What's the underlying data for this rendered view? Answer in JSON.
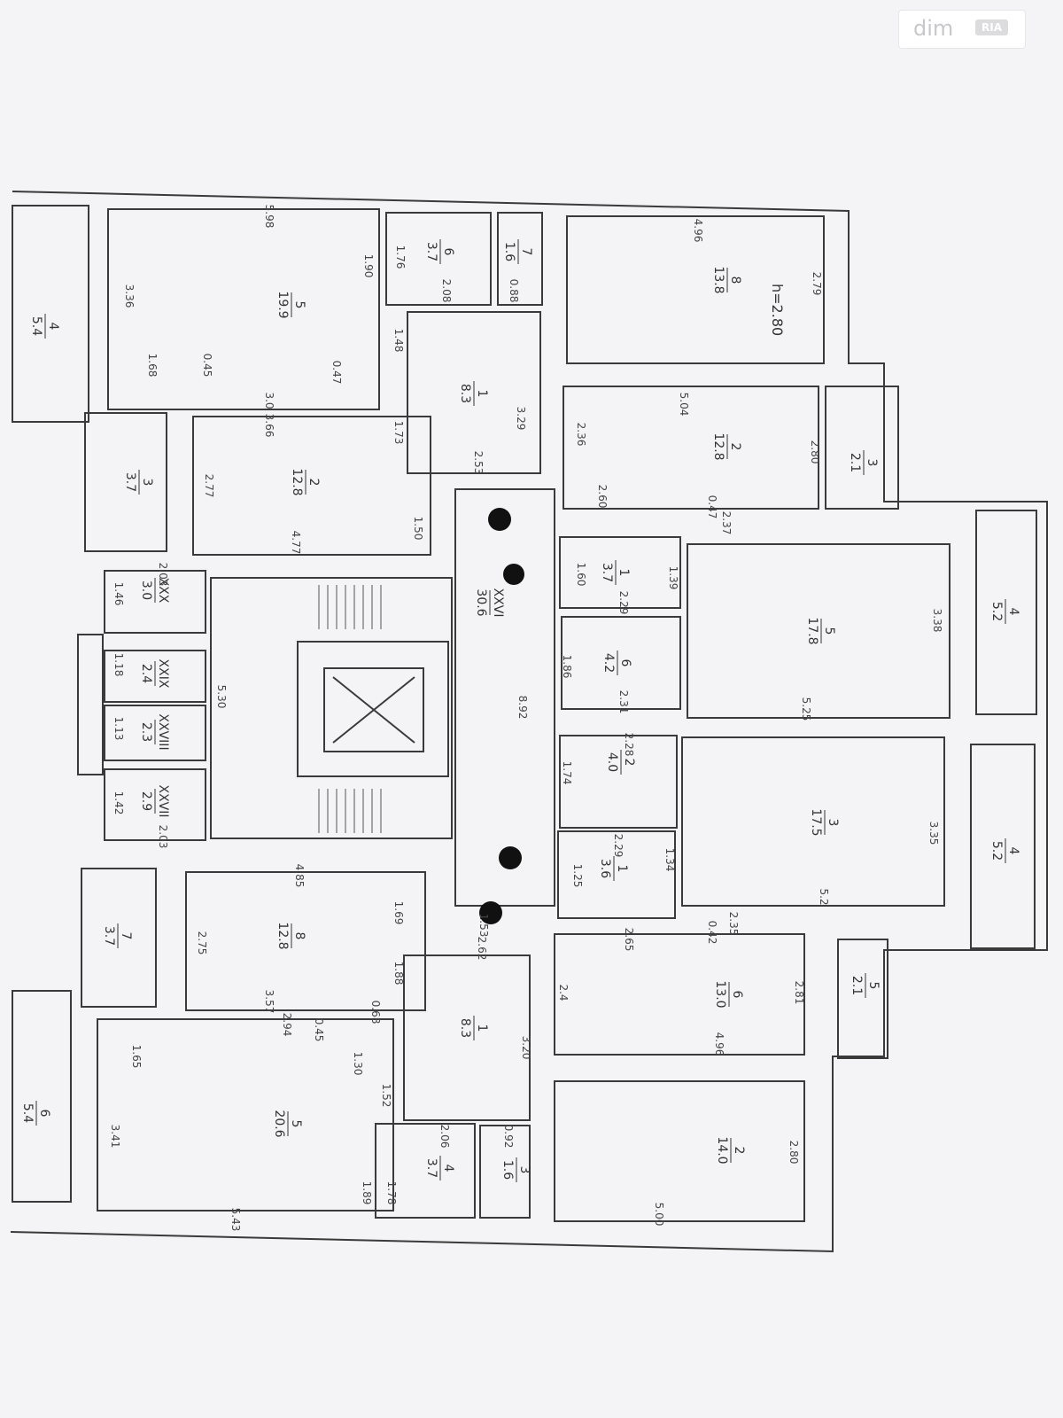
{
  "watermark": {
    "text": "dim",
    "badge": "RIA"
  },
  "height_note": "h=2.80",
  "rooms": [
    {
      "id": "r-top-4-5.4",
      "num": "4",
      "area": "5.4"
    },
    {
      "id": "r-top-5-19.9",
      "num": "5",
      "area": "19.9"
    },
    {
      "id": "r-top-6-3.7",
      "num": "6",
      "area": "3.7"
    },
    {
      "id": "r-top-7-1.6",
      "num": "7",
      "area": "1.6"
    },
    {
      "id": "r-top-8-13.8",
      "num": "8",
      "area": "13.8"
    },
    {
      "id": "r-top-1-8.3",
      "num": "1",
      "area": "8.3"
    },
    {
      "id": "r-top-3-3.7",
      "num": "3",
      "area": "3.7"
    },
    {
      "id": "r-top-2-12.8",
      "num": "2",
      "area": "12.8"
    },
    {
      "id": "r-tr-2-12.8",
      "num": "2",
      "area": "12.8"
    },
    {
      "id": "r-tr-3-2.1",
      "num": "3",
      "area": "2.1"
    },
    {
      "id": "r-mid-1-3.7",
      "num": "1",
      "area": "3.7"
    },
    {
      "id": "r-mid-6-4.2",
      "num": "6",
      "area": "4.2"
    },
    {
      "id": "r-mid-5-17.8",
      "num": "5",
      "area": "17.8"
    },
    {
      "id": "r-mid-4-5.2",
      "num": "4",
      "area": "5.2"
    },
    {
      "id": "r-xxx",
      "num": "XXX",
      "area": "3.0"
    },
    {
      "id": "r-xxix",
      "num": "XXIX",
      "area": "2.4"
    },
    {
      "id": "r-xxviii",
      "num": "XXVIII",
      "area": "2.3"
    },
    {
      "id": "r-xxvii",
      "num": "XXVII",
      "area": "2.9"
    },
    {
      "id": "r-xxvi",
      "num": "XXVI",
      "area": "30.6"
    },
    {
      "id": "r-mid-2-4.0",
      "num": "2",
      "area": "4.0"
    },
    {
      "id": "r-mid-3-17.5",
      "num": "3",
      "area": "17.5"
    },
    {
      "id": "r-mid-4b-5.2",
      "num": "4",
      "area": "5.2"
    },
    {
      "id": "r-mid-1b-3.6",
      "num": "1",
      "area": "3.6"
    },
    {
      "id": "r-bot-7-3.7",
      "num": "7",
      "area": "3.7"
    },
    {
      "id": "r-bot-8-12.8",
      "num": "8",
      "area": "12.8"
    },
    {
      "id": "r-bot-1-8.3",
      "num": "1",
      "area": "8.3"
    },
    {
      "id": "r-bot-6-13.0",
      "num": "6",
      "area": "13.0"
    },
    {
      "id": "r-bot-5-2.1",
      "num": "5",
      "area": "2.1"
    },
    {
      "id": "r-bot-6-5.4",
      "num": "6",
      "area": "5.4"
    },
    {
      "id": "r-bot-5-20.6",
      "num": "5",
      "area": "20.6"
    },
    {
      "id": "r-bot-4-3.7",
      "num": "4",
      "area": "3.7"
    },
    {
      "id": "r-bot-3-1.6",
      "num": "3",
      "area": "1.6"
    },
    {
      "id": "r-bot-2-14.0",
      "num": "2",
      "area": "14.0"
    }
  ],
  "dimensions": [
    "5.98",
    "3.36",
    "1.90",
    "1.76",
    "2.08",
    "0.88",
    "4.96",
    "2.79",
    "1.68",
    "0.45",
    "3.0",
    "0.47",
    "1.48",
    "3.29",
    "2.53",
    "3.66",
    "1.73",
    "2.77",
    "4.77",
    "1.50",
    "5.04",
    "2.36",
    "2.80",
    "2.60",
    "0.47",
    "2.37",
    "1.46",
    "2.03",
    "1.18",
    "1.13",
    "1.42",
    "2.03",
    "5.30",
    "1.60",
    "2.29",
    "1.39",
    "1.86",
    "2.31",
    "3.38",
    "5.25",
    "8.92",
    "1.74",
    "2.28",
    "3.35",
    "5.2",
    "4.85",
    "2.75",
    "1.69",
    "1.88",
    "3.57",
    "0.68",
    "2.94",
    "0.45",
    "1.30",
    "1.65",
    "3.41",
    "1.52",
    "5.43",
    "1.89",
    "1.78",
    "2.06",
    "0.92",
    "2.62",
    "3.20",
    "2.65",
    "2.35",
    "0.42",
    "2.4",
    "2.81",
    "4.96",
    "1.25",
    "2.29",
    "1.34",
    "2.80",
    "5.00",
    "1.53"
  ]
}
